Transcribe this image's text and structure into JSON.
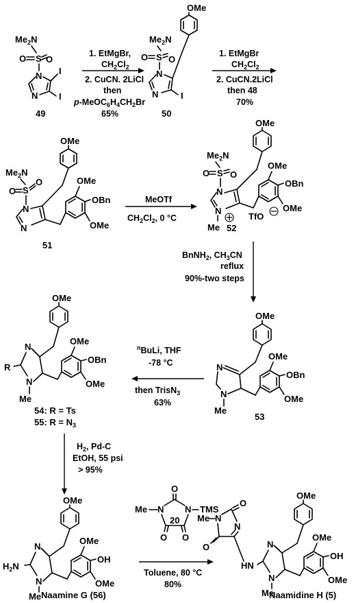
{
  "compounds": {
    "c49": "49",
    "c50": "50",
    "c51": "51",
    "c52": "52",
    "c53": "53",
    "c54": "54: R = Ts",
    "c55": "55: R = N",
    "c55_sub": "3",
    "c56": "Naamine G (56)",
    "c5": "Naamidine H (5)",
    "c20": "20"
  },
  "atoms": {
    "me2n": "Me",
    "me2n_sub": "2",
    "me2n_n": "N",
    "s": "S",
    "o": "O",
    "n": "N",
    "i": "I",
    "ome": "OMe",
    "obn": "OBn",
    "oh": "OH",
    "me": "Me",
    "r": "R",
    "h2n": "H",
    "h2n_sub": "2",
    "h2n_n": "N",
    "hn": "HN",
    "tms": "TMS",
    "tfo": "TfO"
  },
  "conditions": {
    "step1": {
      "line1": "1. EtMgBr,",
      "line2a": "CH",
      "line2b": "Cl",
      "line3": "2. CuCN. 2LiCl",
      "line4": "then",
      "line5a": "p",
      "line5b": "-MeOC",
      "line5c": "H",
      "line5d": "CH",
      "line5e": "Br",
      "line6": "65%"
    },
    "step2": {
      "line1": "1. EtMgBr",
      "line2a": "CH",
      "line2b": "Cl",
      "line3": "2. CuCN.2LiCl",
      "line4": "then 48",
      "line5": "70%"
    },
    "step3": {
      "line1": "MeOTf",
      "line2a": "CH",
      "line2b": "Cl",
      "line2c": ", 0 °C"
    },
    "step4": {
      "line1a": "BnNH",
      "line1b": ", CH",
      "line1c": "CN",
      "line2": "reflux",
      "line3": "90%-two steps"
    },
    "step5": {
      "line1a": "n",
      "line1b": "BuLi, THF",
      "line2": "-78 °C",
      "line3a": "then TrisN",
      "line4": "63%"
    },
    "step6": {
      "line1a": "H",
      "line1b": ", Pd-C",
      "line2": "EtOH, 55 psi",
      "line3": "> 95%"
    },
    "step7": {
      "line1": "Toluene, 80 °C",
      "line2": "80%"
    }
  },
  "subscripts": {
    "two": "2",
    "three": "3",
    "six": "6",
    "four": "4"
  }
}
